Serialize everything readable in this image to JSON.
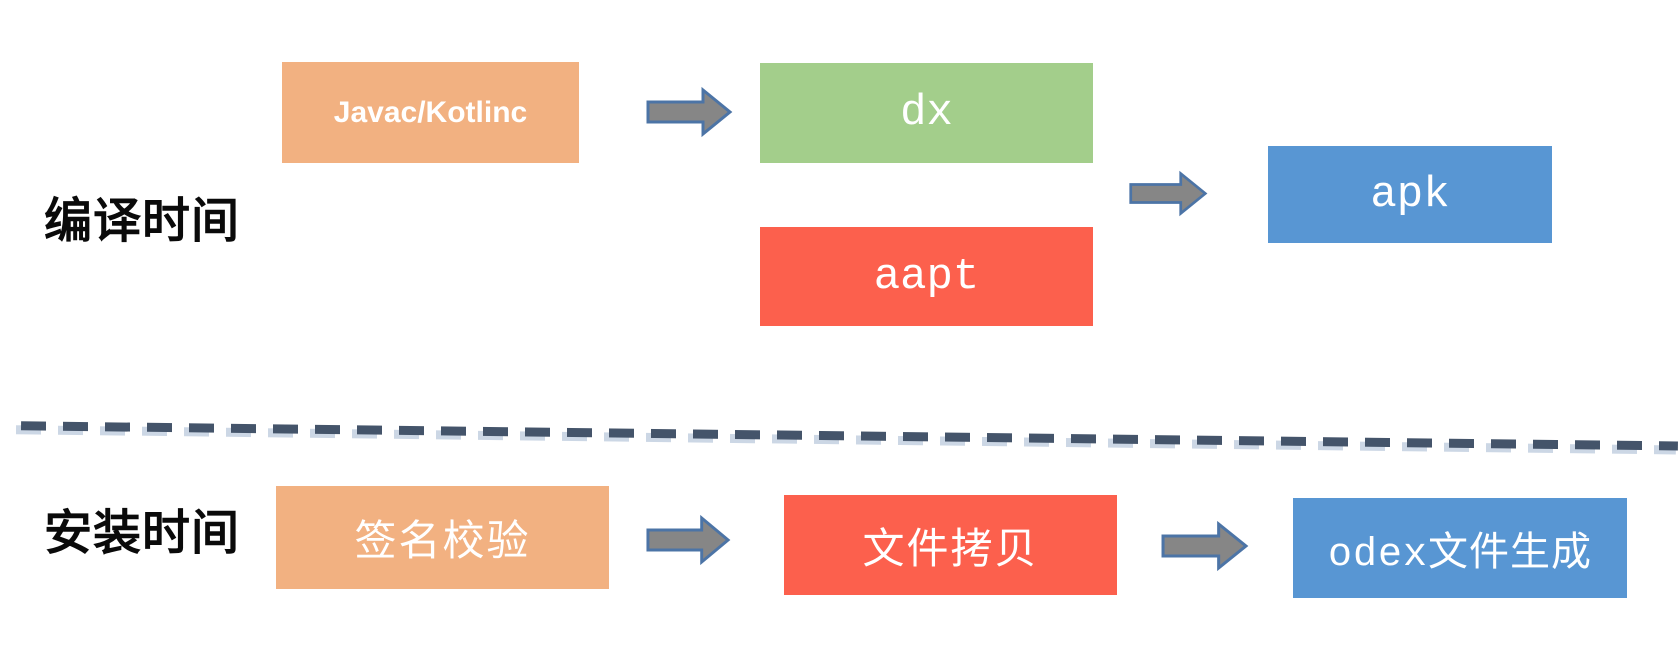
{
  "diagram": {
    "rows": [
      {
        "label": "编译时间",
        "nodes": [
          {
            "id": "javac-kotlinc",
            "label": "Javac/Kotlinc",
            "color": "#F2B181"
          },
          {
            "id": "dx",
            "label": "dx",
            "color": "#A3CE8B"
          },
          {
            "id": "aapt",
            "label": "aapt",
            "color": "#FC604D"
          },
          {
            "id": "apk",
            "label": "apk",
            "color": "#5896D3"
          }
        ],
        "edges": [
          {
            "from": "javac-kotlinc",
            "to": "dx"
          },
          {
            "from": "dx,aapt",
            "to": "apk"
          }
        ]
      },
      {
        "label": "安装时间",
        "nodes": [
          {
            "id": "sign-verify",
            "label": "签名校验",
            "color": "#F2B181"
          },
          {
            "id": "file-copy",
            "label": "文件拷贝",
            "color": "#FC604D"
          },
          {
            "id": "odex-gen",
            "label": "odex文件生成",
            "color": "#5896D3"
          }
        ],
        "edges": [
          {
            "from": "sign-verify",
            "to": "file-copy"
          },
          {
            "from": "file-copy",
            "to": "odex-gen"
          }
        ]
      }
    ],
    "arrow": {
      "direction": "right",
      "fill": "#868686",
      "stroke": "#4C74A6"
    },
    "divider": {
      "style": "dashed",
      "color": "#44546A"
    }
  }
}
